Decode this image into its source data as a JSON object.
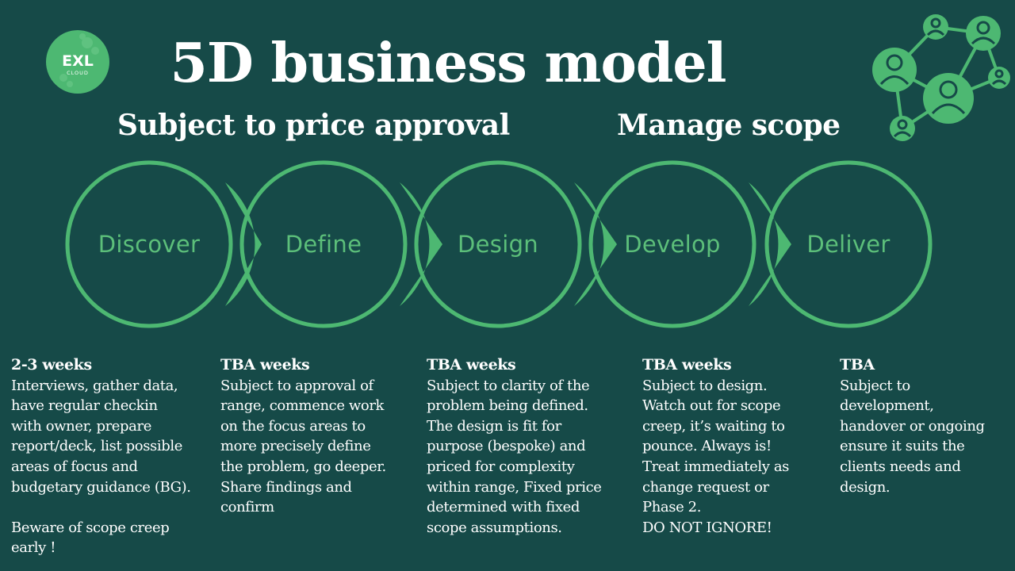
{
  "title": "5D business model",
  "subtitles": {
    "left": "Subject to price approval",
    "right": "Manage scope"
  },
  "logo": {
    "text_main": "EXL",
    "text_sub": "CLOUD",
    "icon": "exl-cloud-logo-icon"
  },
  "network_icon": "people-network-icon",
  "colors": {
    "background": "#164a48",
    "accent": "#4db872",
    "ring_light": "#a9dcb5",
    "label": "#5cbf7a",
    "text": "#ffffff"
  },
  "stages": [
    {
      "name": "Discover",
      "duration": "2-3 weeks",
      "description": "Interviews, gather data,\nhave regular checkin\nwith owner, prepare\nreport/deck, list possible\nareas of  focus and\nbudgetary guidance (BG).\n\nBeware of scope creep\nearly !"
    },
    {
      "name": "Define",
      "duration": "TBA weeks",
      "description": "Subject to approval of\nrange, commence work\non the focus areas to\nmore precisely define\nthe problem, go deeper.\nShare findings and\nconfirm"
    },
    {
      "name": "Design",
      "duration": "TBA weeks",
      "description": "Subject to clarity of the\nproblem being defined.\nThe design is fit for\npurpose (bespoke) and\npriced for complexity\nwithin range, Fixed price\ndetermined with fixed\nscope assumptions."
    },
    {
      "name": "Develop",
      "duration": "TBA weeks",
      "description": "Subject to  design.\nWatch out for scope\ncreep, it’s waiting to\npounce. Always is!\nTreat immediately as\nchange request or\nPhase 2.\nDO NOT IGNORE!"
    },
    {
      "name": "Deliver",
      "duration": "TBA",
      "description": "Subject to\ndevelopment,\nhandover or ongoing\nensure it suits the\nclients needs and\ndesign."
    }
  ]
}
